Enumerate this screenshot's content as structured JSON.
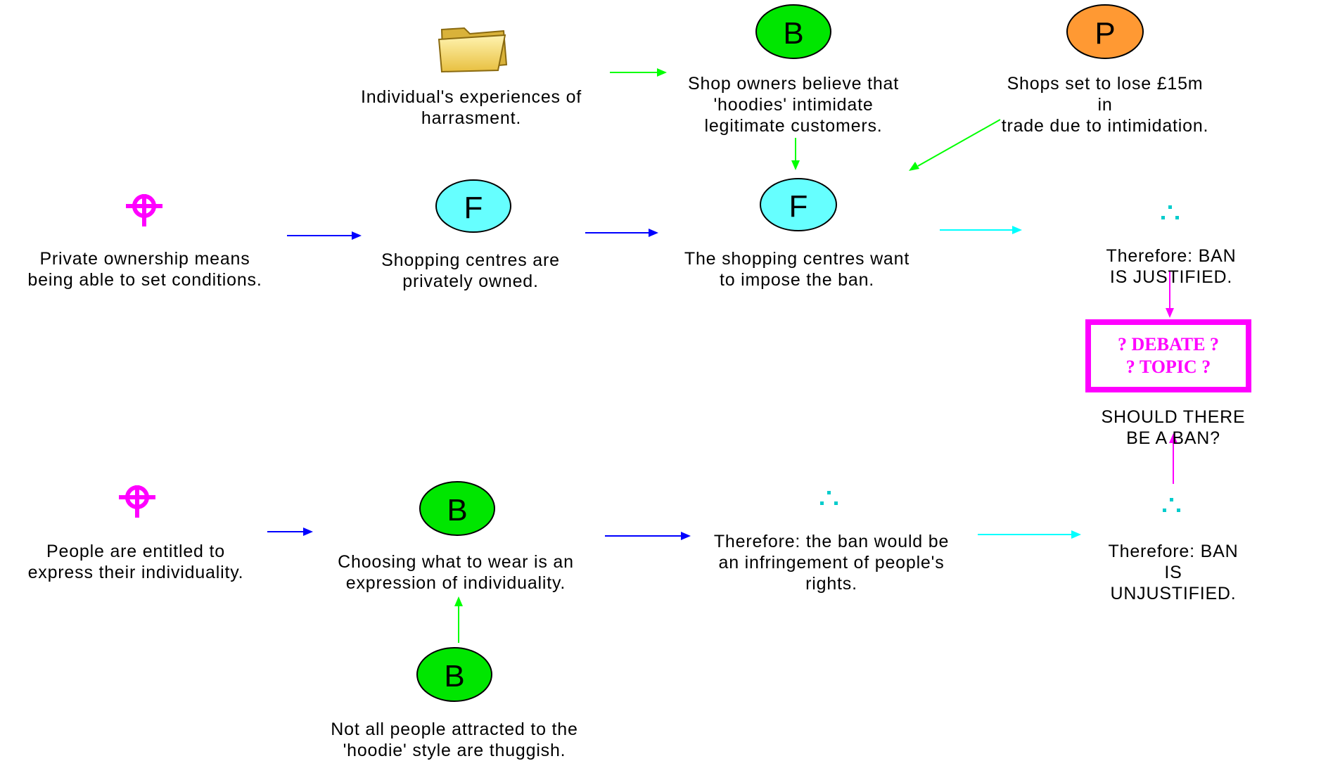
{
  "colors": {
    "belief": "#00e600",
    "fact": "#66ffff",
    "publication": "#ff9933",
    "value": "#ff00ff",
    "link_blue": "#0000ff",
    "link_green": "#00ff00",
    "link_cyan": "#00ffff",
    "link_magenta": "#ff00ff",
    "therefore": "#00cccc"
  },
  "icons": {
    "belief_letter": "B",
    "fact_letter": "F",
    "publication_letter": "P",
    "folder": "folder-icon",
    "value": "celtic-cross-icon",
    "therefore": "therefore-icon"
  },
  "nodes": {
    "experiences": "Individual's experiences of\nharrasment.",
    "shop_owners": "Shop owners believe that\n'hoodies' intimidate\nlegitimate customers.",
    "shops_lose": "Shops set to lose £15m in\ntrade due to intimidation.",
    "private_ownership": "Private ownership means\nbeing able to set conditions.",
    "privately_owned": "Shopping centres are\nprivately owned.",
    "centres_want": "The shopping centres want\nto impose the ban.",
    "ban_justified": "Therefore: BAN IS JUSTIFIED.",
    "should_ban": "SHOULD THERE BE A BAN?",
    "entitled": "People are entitled to\nexpress their individuality.",
    "choosing": "Choosing what to wear is an\nexpression of individuality.",
    "infringement": "Therefore: the ban would be\nan infringement of people's\nrights.",
    "ban_unjustified": "Therefore: BAN IS\nUNJUSTIFIED.",
    "not_all": "Not all people attracted to the\n'hoodie' style are thuggish."
  },
  "topic": {
    "line1": "? DEBATE ?",
    "line2": "? TOPIC ?"
  }
}
